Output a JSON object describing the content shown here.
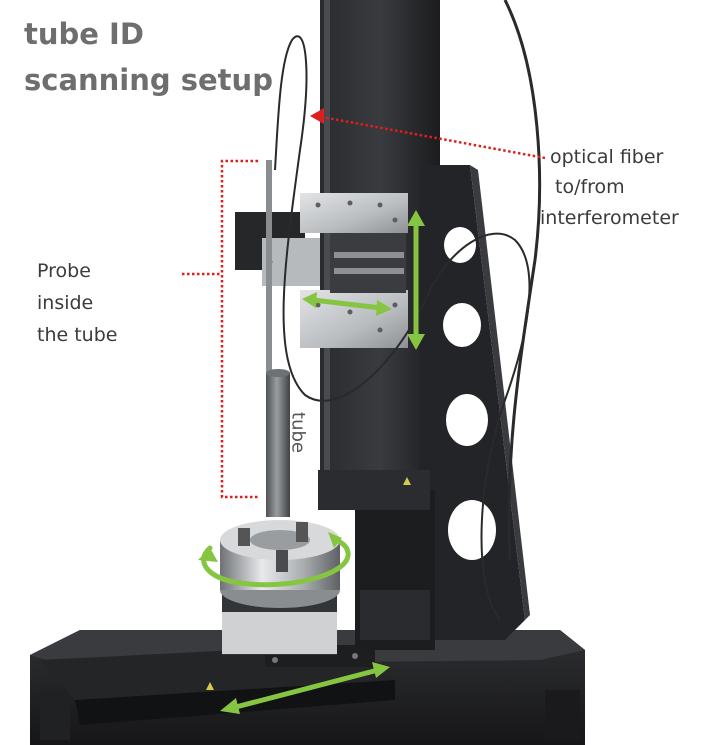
{
  "title": {
    "line1": "tube ID",
    "line2": "scanning setup"
  },
  "annotations": {
    "optical_fiber": {
      "line1": "optical fiber",
      "line2": "to/from",
      "line3": "interferometer"
    },
    "probe": {
      "line1": "Probe",
      "line2": "inside",
      "line3": "the tube"
    },
    "tube": "tube"
  },
  "colors": {
    "motion_arrow": "#86c541",
    "callout_dotted": "#dd1f1f",
    "title_text": "#6e6e6e",
    "machine_dark": "#1e1e20",
    "aluminum": "#c9cbcd"
  }
}
